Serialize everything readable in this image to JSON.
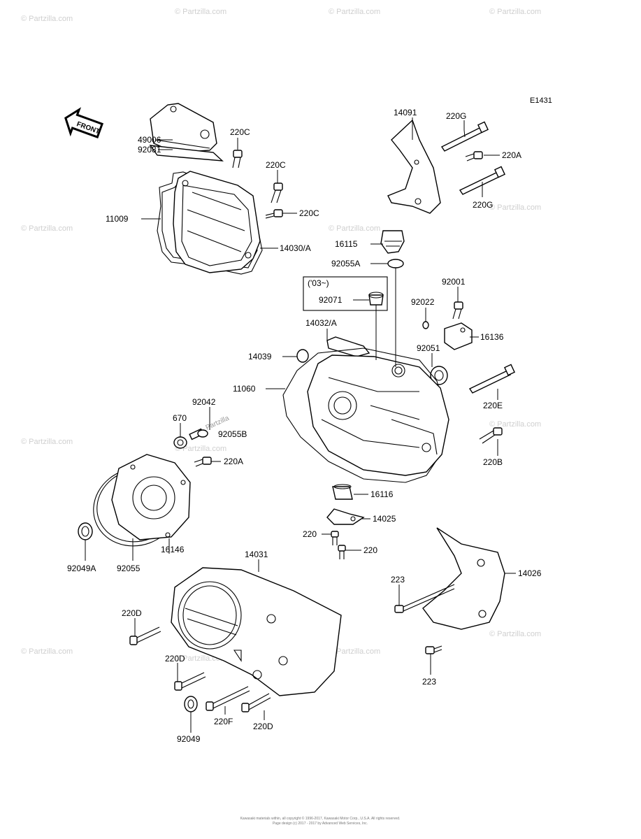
{
  "diagram_code": "E1431",
  "front_label": "FRONT",
  "watermark": "© Partzilla.com",
  "inline_watermark": "Partzilla",
  "copyright": [
    "Kawasaki materials within, all copyright © 1996-2017, Kawasaki Motor Corp., U.S.A. All rights reserved.",
    "Page design (c) 2017 - 2017 by Advanced Web Services, Inc."
  ],
  "bracket_note": "('03~)",
  "parts": [
    "49006",
    "92081",
    "220C",
    "220C",
    "220C",
    "11009",
    "14030/A",
    "14091",
    "220G",
    "220A",
    "220G",
    "16115",
    "92055A",
    "92071",
    "92001",
    "92022",
    "16136",
    "14032/A",
    "14039",
    "92051",
    "11060",
    "220E",
    "220B",
    "92042",
    "670",
    "92055B",
    "220A",
    "16116",
    "14025",
    "220",
    "220",
    "14026",
    "223",
    "223",
    "14031",
    "92049A",
    "92055",
    "16146",
    "220D",
    "220D",
    "220F",
    "220D",
    "92049"
  ]
}
